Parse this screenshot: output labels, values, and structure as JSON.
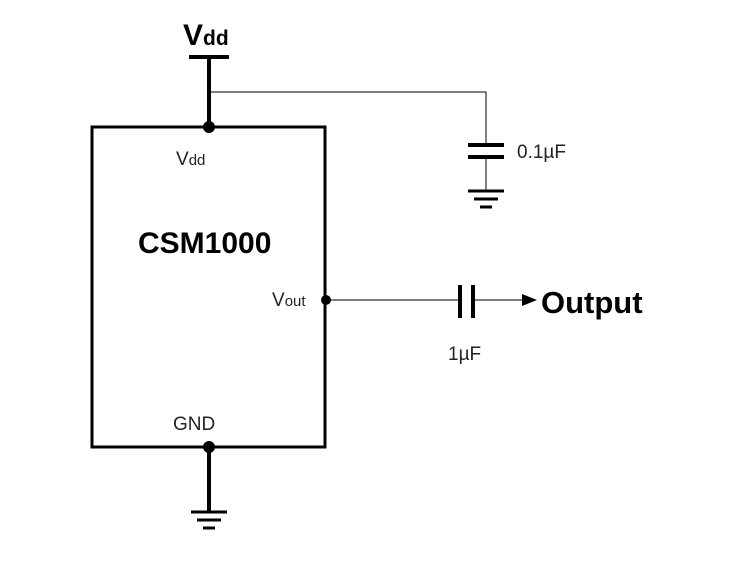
{
  "supply": {
    "main": "V",
    "sub": "dd"
  },
  "chip": {
    "name": "CSM1000",
    "pins": {
      "vdd": {
        "main": "V",
        "sub": "dd"
      },
      "vout": {
        "main": "V",
        "sub": "out"
      },
      "gnd": "GND"
    }
  },
  "capacitors": {
    "decoupling": "0.1µF",
    "coupling": "1µF"
  },
  "output": {
    "label": "Output"
  },
  "colors": {
    "line": "#000000",
    "text": "#222222",
    "background": "#ffffff"
  }
}
